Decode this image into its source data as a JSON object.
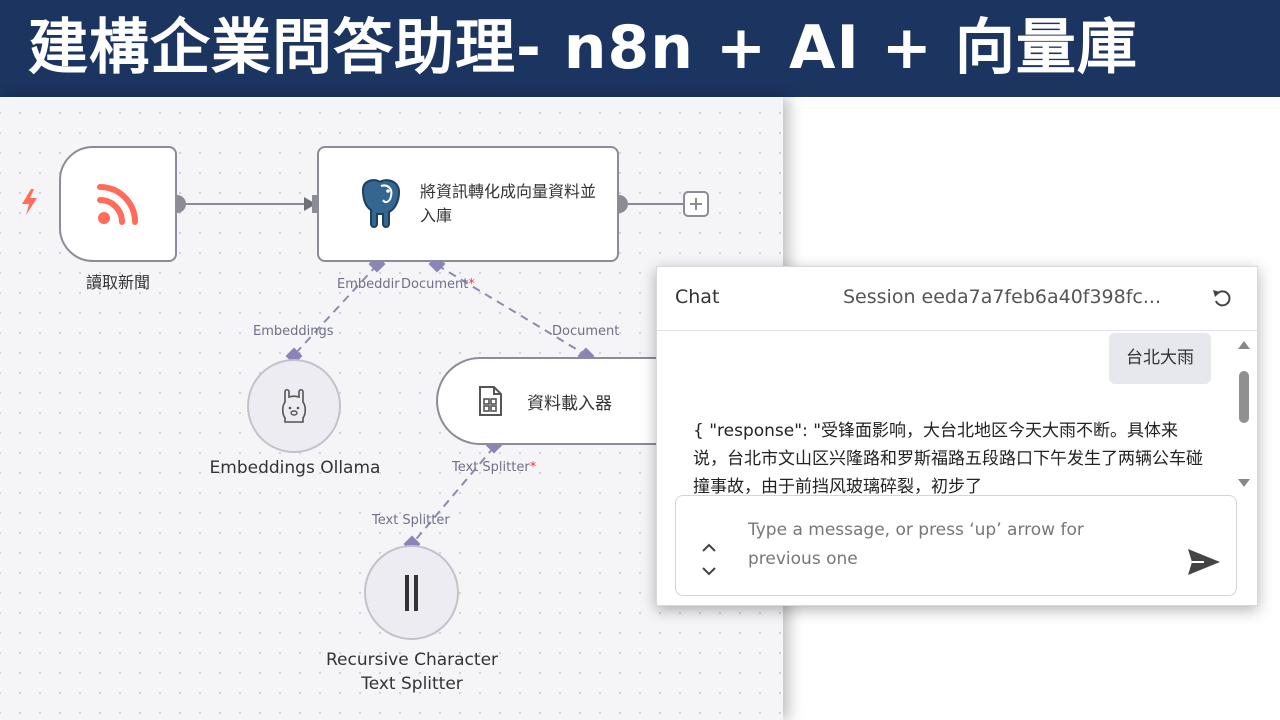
{
  "banner": {
    "title": "建構企業問答助理- n8n + AI + 向量庫"
  },
  "workflow": {
    "nodes": {
      "rss_trigger": {
        "label": "讀取新聞",
        "icon": "rss-icon"
      },
      "pgvector": {
        "label": "將資訊轉化成向量資料並入庫",
        "icon": "postgres-elephant-icon"
      },
      "ollama": {
        "label": "Embeddings Ollama",
        "icon": "llama-icon"
      },
      "loader": {
        "label": "資料載入器",
        "icon": "document-icon"
      },
      "splitter": {
        "label_line1": "Recursive Character",
        "label_line2": "Text Splitter",
        "icon": "splitter-icon"
      }
    },
    "connectors": {
      "embedding": "Embeddir",
      "document": "Document",
      "required_mark": "*",
      "embeddings": "Embeddings",
      "document_in": "Document",
      "text_splitter": "Text Splitter",
      "text_splitter_in": "Text Splitter"
    }
  },
  "chat": {
    "title": "Chat",
    "session": "Session  eeda7a7feb6a40f398fc...",
    "user_message": "台北大雨",
    "bot_message": "{ \"response\": \"受锋面影响，大台北地区今天大雨不断。具体来说，台北市文山区兴隆路和罗斯福路五段路口下午发生了两辆公车碰撞事故，由于前挡风玻璃碎裂，初步了",
    "input_placeholder": "Type a message, or press ‘up’ arrow for previous one"
  },
  "colors": {
    "banner_bg": "#1c3460",
    "rss": "#ff6d5a",
    "handle": "#8a84b8",
    "edge": "#8c8cac",
    "trigger_bolt": "#ff6d5a",
    "postgres": "#336791"
  }
}
